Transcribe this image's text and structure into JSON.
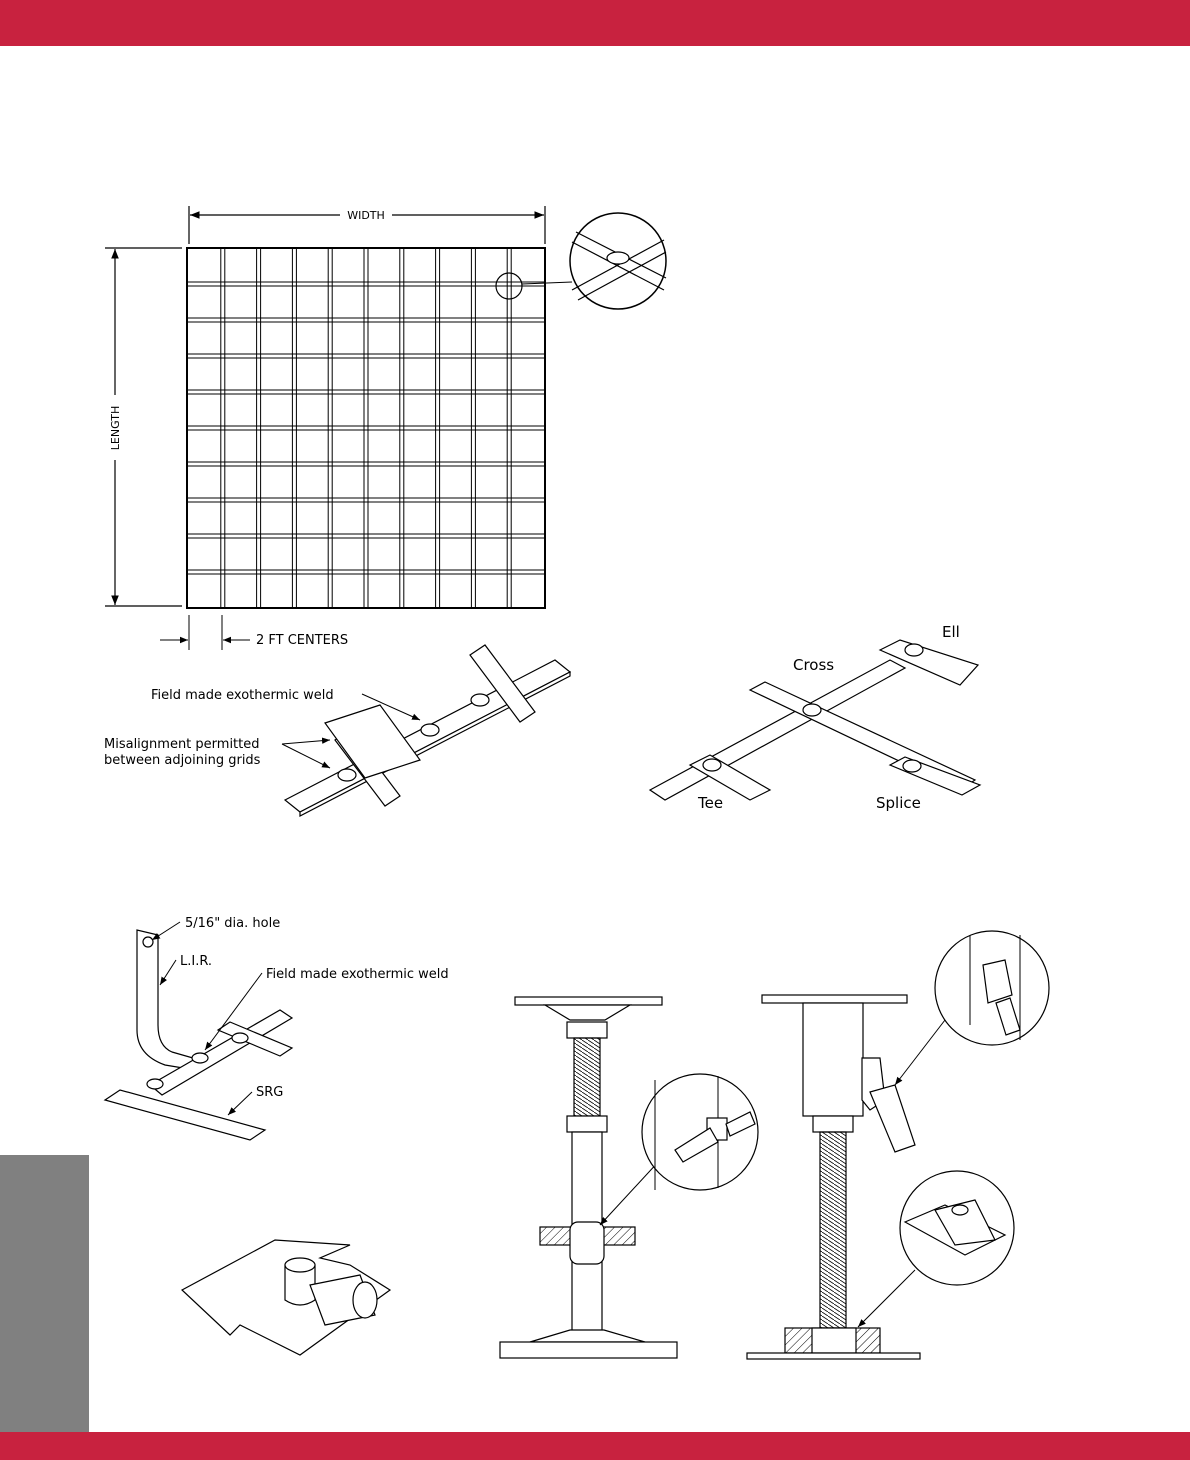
{
  "colors": {
    "brand_red": "#c8223f",
    "side_tab_gray": "#808080",
    "line": "#000000"
  },
  "grid_diagram": {
    "width_label": "WIDTH",
    "length_label": "LENGTH",
    "centers_label": "2 FT CENTERS",
    "columns": 10,
    "rows": 10
  },
  "splice_diagram": {
    "weld_label": "Field made exothermic weld",
    "misalignment_line1": "Misalignment permitted",
    "misalignment_line2": "between adjoining grids"
  },
  "joint_diagram": {
    "ell_label": "Ell",
    "cross_label": "Cross",
    "tee_label": "Tee",
    "splice_label": "Splice"
  },
  "lir_diagram": {
    "hole_label": "5/16\" dia. hole",
    "lir_label": "L.I.R.",
    "weld_label": "Field made exothermic weld",
    "srg_label": "SRG"
  },
  "icons": [
    "detail-magnifier-icon",
    "pedestal-icon",
    "cable-lug-icon"
  ]
}
